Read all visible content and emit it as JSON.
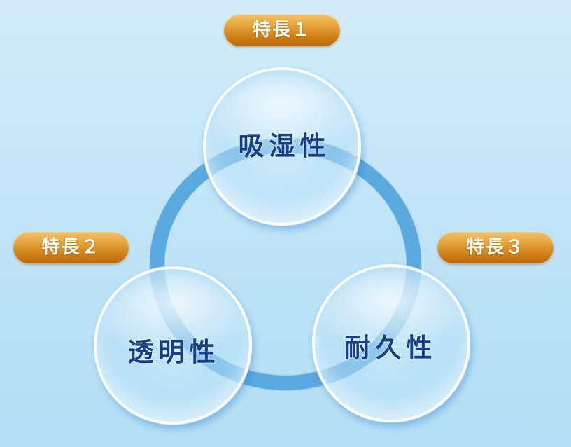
{
  "features": [
    {
      "tag": "特長１",
      "name": "吸湿性"
    },
    {
      "tag": "特長２",
      "name": "透明性"
    },
    {
      "tag": "特長３",
      "name": "耐久性"
    }
  ],
  "colors": {
    "background_top": "#d2ecfa",
    "background_bottom": "#b3def5",
    "ring": "#5aa9df",
    "pill_gold": "#e5a13a",
    "label_navy": "#173f87"
  }
}
